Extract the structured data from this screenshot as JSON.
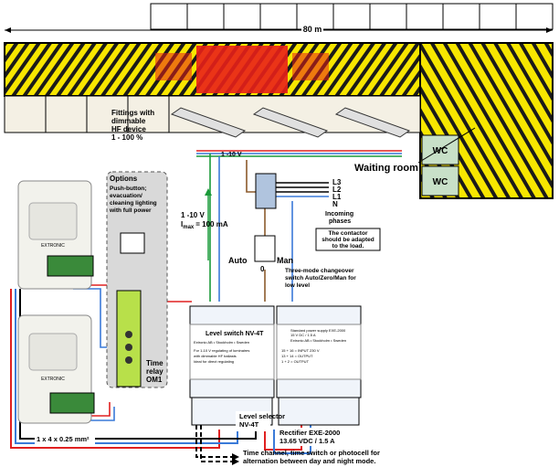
{
  "corridor": {
    "length_label": "80 m"
  },
  "fittings": {
    "label_lines": [
      "Fittings with",
      "dimmable",
      "HF device",
      "1 - 100 %"
    ]
  },
  "rooms": {
    "wc1": "WC",
    "wc2": "WC",
    "waiting_room": "Waiting room"
  },
  "control_signal": {
    "voltage": "1 -10 V",
    "current_line1": "1 -10 V",
    "current_imax": "I",
    "current_sub": "max",
    "current_value": "= 100 mA"
  },
  "phases": {
    "L3": "L3",
    "L2": "L2",
    "L1": "L1",
    "N": "N",
    "incoming": [
      "Incoming",
      "phases"
    ]
  },
  "contactor_note": [
    "The contactor",
    "should be adapted",
    "to the load."
  ],
  "options": {
    "title": "Options",
    "lines": [
      "Push-button;",
      "evacuation/",
      "cleaning lighting",
      "with full power"
    ]
  },
  "switch3": {
    "auto": "Auto",
    "man": "Man",
    "zero": "0",
    "desc": [
      "Three-mode changeover",
      "switch Auto/Zero/Man for",
      "low level"
    ]
  },
  "sensor": {
    "brand": "EXTRONIC"
  },
  "time_relay": {
    "lines": [
      "Time",
      "relay",
      "OM1"
    ]
  },
  "level_switch": {
    "title": "Level switch NV-4T",
    "brand": "Extronic AB • Stockholm • Sweden",
    "desc": [
      "For 1-10 V regulating of luminaires",
      "with dimmable HF ballasts",
      "Ideal for direct regulating"
    ]
  },
  "power_supply": {
    "title": "Standard power supply EXE-2000",
    "subtitle": "15 V DC / 1.5 A",
    "brand": "Extronic AB • Stockholm • Sweden",
    "lines": [
      "15 + 16 = INPUT 230 V",
      "13 + 14 = OUTPUT",
      "1 + 2 = OUTPUT"
    ]
  },
  "captions": {
    "level_selector": [
      "Level selector",
      "NV-4T"
    ],
    "rectifier": [
      "Rectifier EXE-2000",
      "13.65 VDC / 1.5 A"
    ],
    "cable": "1 x 4 x 0.25 mm²",
    "time_channel": [
      "Time channel, time switch or photocell for",
      "alternation between day and night mode."
    ]
  },
  "colors": {
    "red_wire": "#e02020",
    "blue_wire": "#3a7ad8",
    "yellow_light": "#f7e600",
    "red_zone": "#e8201a",
    "green_relay": "#b8e04a"
  }
}
